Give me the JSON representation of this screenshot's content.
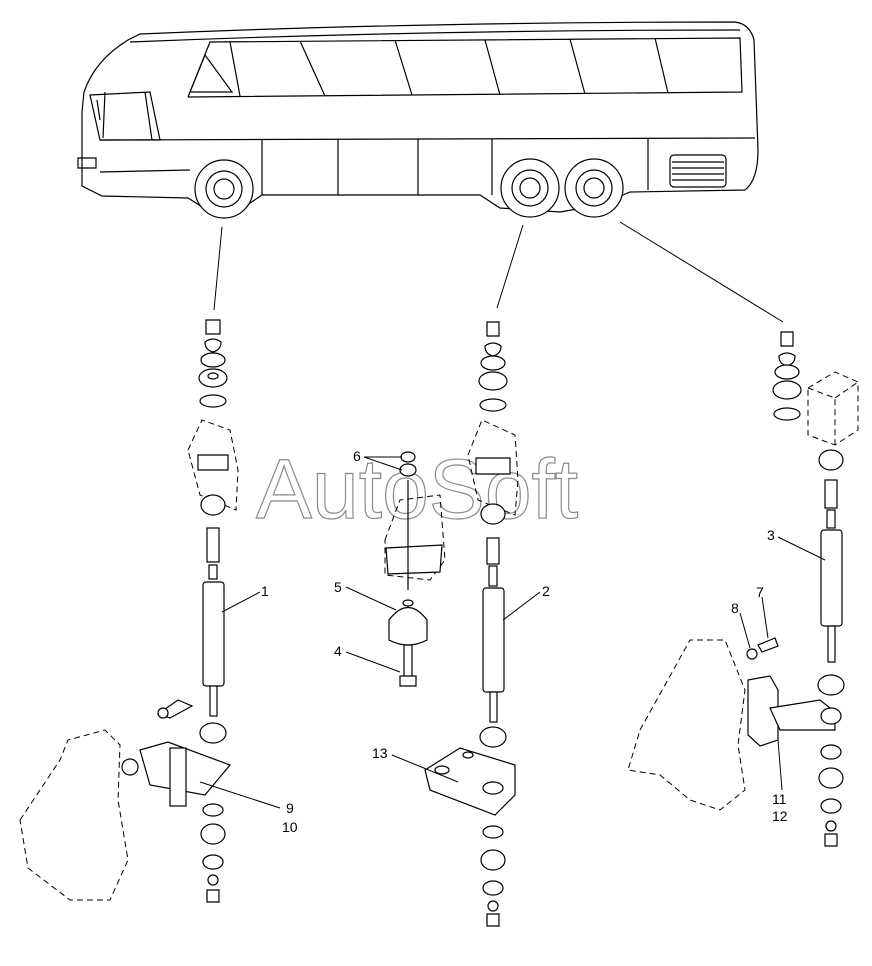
{
  "watermark": "AutoSoft",
  "callouts": {
    "c1": "1",
    "c2": "2",
    "c3": "3",
    "c4": "4",
    "c5": "5",
    "c6": "6",
    "c7": "7",
    "c8": "8",
    "c9": "9",
    "c10": "10",
    "c11": "11",
    "c12": "12",
    "c13": "13"
  }
}
